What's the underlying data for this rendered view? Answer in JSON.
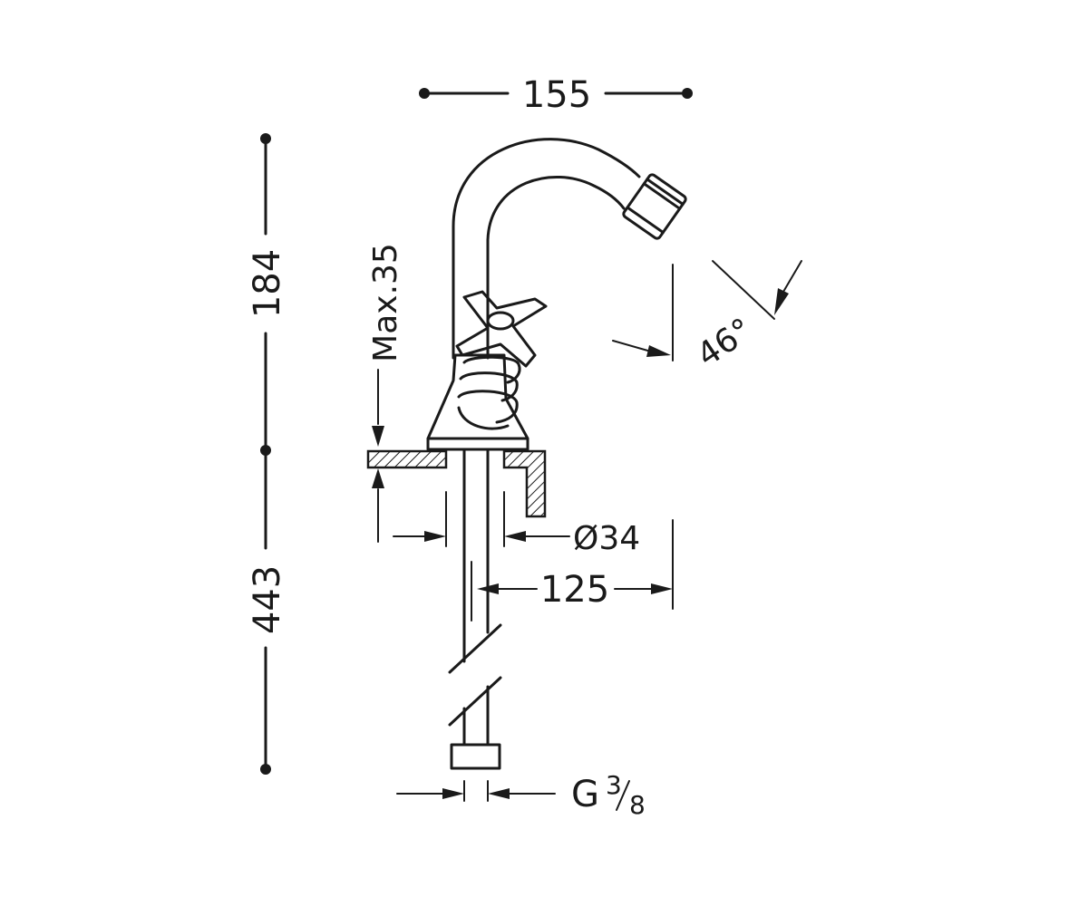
{
  "dimensions": {
    "width_top": "155",
    "height_upper": "184",
    "height_lower": "443",
    "max_thickness": "Max.35",
    "angle": "46°",
    "hole_diameter": "Ø34",
    "reach": "125",
    "connection_prefix": "G",
    "connection_num": "3",
    "connection_den": "8"
  },
  "colors": {
    "ink": "#1a1a1a",
    "background": "#ffffff"
  }
}
